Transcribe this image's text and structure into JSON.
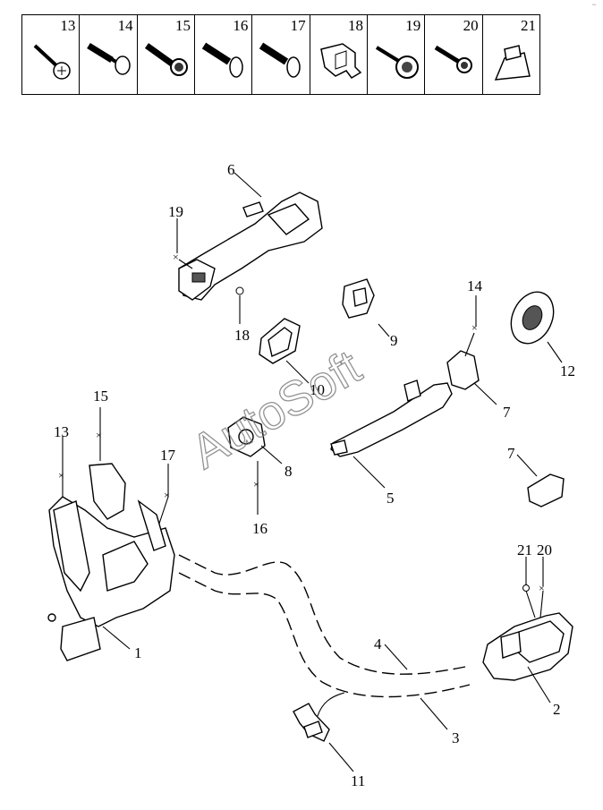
{
  "legend": {
    "items": [
      {
        "num": "13",
        "icon": "pan-head-screw-icon"
      },
      {
        "num": "14",
        "icon": "shoulder-bolt-icon"
      },
      {
        "num": "15",
        "icon": "flange-bolt-icon"
      },
      {
        "num": "16",
        "icon": "countersunk-screw-icon"
      },
      {
        "num": "17",
        "icon": "countersunk-screw-icon"
      },
      {
        "num": "18",
        "icon": "clip-nut-icon"
      },
      {
        "num": "19",
        "icon": "washer-screw-icon"
      },
      {
        "num": "20",
        "icon": "tapping-screw-icon"
      },
      {
        "num": "21",
        "icon": "plastic-rivet-icon"
      }
    ]
  },
  "callouts": {
    "c1": "1",
    "c2": "2",
    "c3": "3",
    "c4": "4",
    "c5": "5",
    "c6": "6",
    "c7a": "7",
    "c7b": "7",
    "c8": "8",
    "c9": "9",
    "c10": "10",
    "c11": "11",
    "c12": "12",
    "c13": "13",
    "c14": "14",
    "c15": "15",
    "c16": "16",
    "c17": "17",
    "c18": "18",
    "c19": "19",
    "c20": "20",
    "c21": "21"
  },
  "watermark": "AutoSoft"
}
